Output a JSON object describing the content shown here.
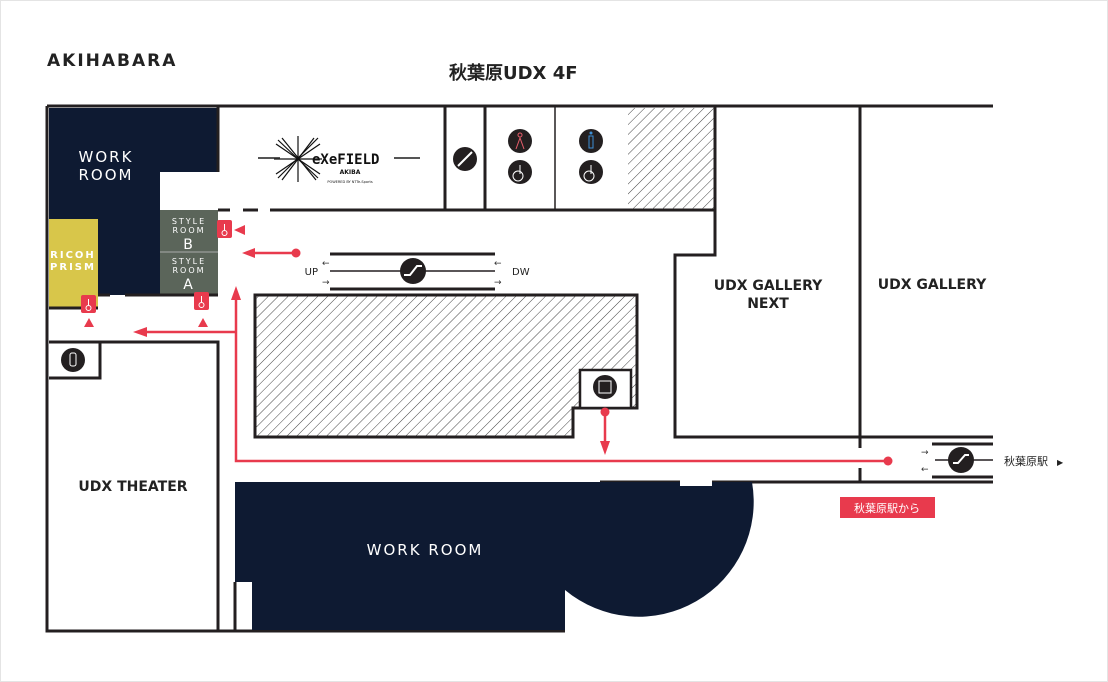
{
  "header": {
    "area": "AKIHABARA",
    "floor_title": "秋葉原UDX 4F"
  },
  "rooms": {
    "work_room_top": [
      "WORK",
      "ROOM"
    ],
    "ricoh_prism": [
      "RICOH",
      "PRISM"
    ],
    "style_room_b": [
      "STYLE",
      "ROOM",
      "B"
    ],
    "style_room_a": [
      "STYLE",
      "ROOM",
      "A"
    ],
    "exefield": {
      "name": "eXeFIELD",
      "sub": "AKIBA",
      "powered": "POWERED BY  NTTe-Sports"
    },
    "udx_gallery_next": [
      "UDX GALLERY",
      "NEXT"
    ],
    "udx_gallery": "UDX GALLERY",
    "udx_theater": "UDX THEATER",
    "work_room_bottom": "WORK ROOM"
  },
  "escalator": {
    "up": "UP",
    "down": "DW"
  },
  "station": {
    "label": "秋葉原駅",
    "route_label": "秋葉原駅から"
  },
  "colors": {
    "navy": "#0e1a32",
    "yellow": "#d8c64a",
    "gray": "#5b655a",
    "red": "#e83a4d"
  },
  "icons": [
    "smoking-area-icon",
    "womens-restroom-icon",
    "mens-restroom-icon",
    "accessible-restroom-icon",
    "escalator-icon",
    "elevator-icon",
    "key-entrance-icon",
    "nursing-room-icon"
  ]
}
